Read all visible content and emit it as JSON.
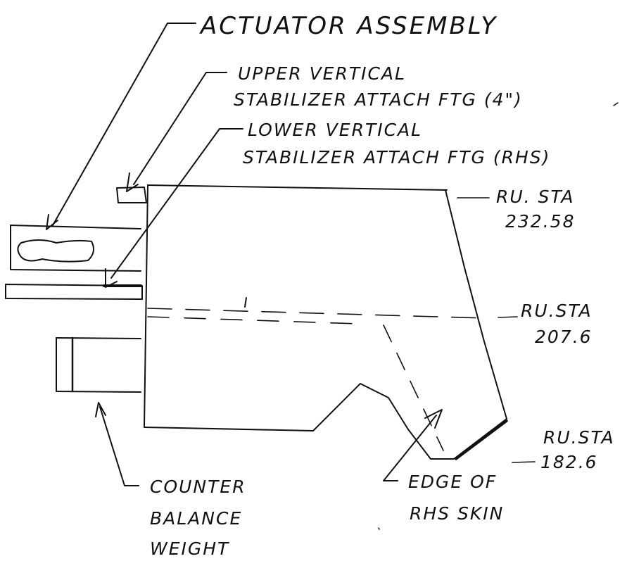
{
  "labels": {
    "actuator": "ACTUATOR ASSEMBLY",
    "upper_stab_line1": "UPPER VERTICAL",
    "upper_stab_line2": "STABILIZER ATTACH FTG (4\")",
    "lower_stab_line1": "LOWER VERTICAL",
    "lower_stab_line2": "STABILIZER ATTACH FTG (RHS)",
    "sta_top_line1": "RU. STA",
    "sta_top_line2": "232.58",
    "sta_mid_line1": "RU.STA",
    "sta_mid_line2": "207.6",
    "sta_bot_line1": "RU.STA",
    "sta_bot_line2": "182.6",
    "counter_line1": "COUNTER",
    "counter_line2": "BALANCE",
    "counter_line3": "WEIGHT",
    "edge_line1": "EDGE OF",
    "edge_line2": "RHS SKIN"
  }
}
